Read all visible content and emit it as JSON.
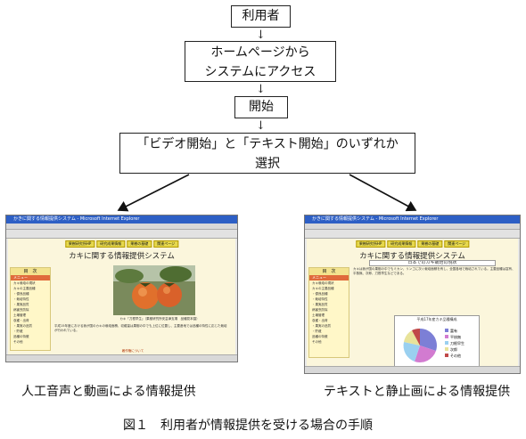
{
  "flow": {
    "step1": "利用者",
    "step2_line1": "ホームページから",
    "step2_line2": "システムにアクセス",
    "step3": "開始",
    "step4_line1": "「ビデオ開始」と「テキスト開始」のいずれか",
    "step4_line2": "選択",
    "arrow_glyph": "↓"
  },
  "left_screenshot": {
    "window_title": "かきに関する情報提供システム - Microsoft Internet Explorer",
    "nav": [
      "果樹研究所HP",
      "研究成果情報",
      "果樹の基礎",
      "関連ページ"
    ],
    "page_title": "カキに関する情報提供システム",
    "side_head": "目　次",
    "side_items": [
      "カキ栽培の現状",
      "カキの主要品種",
      "・優良品種",
      "・栽培特性",
      "・果実品質",
      "病害虫防除",
      "土壌管理",
      "収穫・出荷",
      "・果実の品質",
      "・貯蔵",
      "品種の特徴",
      "その他"
    ],
    "photo_caption": "カキ「刀根早生」（果樹研究所安芸津支場　品種見本園）",
    "body_text": "平成15年度における我が国のカキの栽培面積、収穫量は果樹の中でも上位に位置し、主要産地では品種の特性に応じた栽培が行われている。",
    "footer_link": "著作権について"
  },
  "right_screenshot": {
    "window_title": "かきに関する情報提供システム - Microsoft Internet Explorer",
    "nav": [
      "果樹研究所HP",
      "研究成果情報",
      "果樹の基礎",
      "関連ページ"
    ],
    "page_title": "カキに関する情報提供システム",
    "side_head": "目　次",
    "side_items": [
      "カキ栽培の現状",
      "カキの主要品種",
      "・優良品種",
      "・栽培特性",
      "・果実品質",
      "病害虫防除",
      "土壌管理",
      "収穫・出荷",
      "・果実の品質",
      "・貯蔵",
      "品種の特徴",
      "その他"
    ],
    "section_title": "日本でのカキ栽培の現状",
    "body_text": "カキは我が国の果樹の中でもミカン、リンゴに次ぐ栽培面積を有し、全国各地で栽培されている。主要品種は富有、平核無、次郎、刀根早生などである。",
    "chart_title": "平成17年産カキ品種構成",
    "legend": [
      "富有",
      "平核無",
      "刀根早生",
      "次郎",
      "その他"
    ]
  },
  "captions": {
    "left": "人工音声と動画による情報提供",
    "right": "テキストと静止画による情報提供",
    "figure": "図１　利用者が情報提供を受ける場合の手順"
  }
}
